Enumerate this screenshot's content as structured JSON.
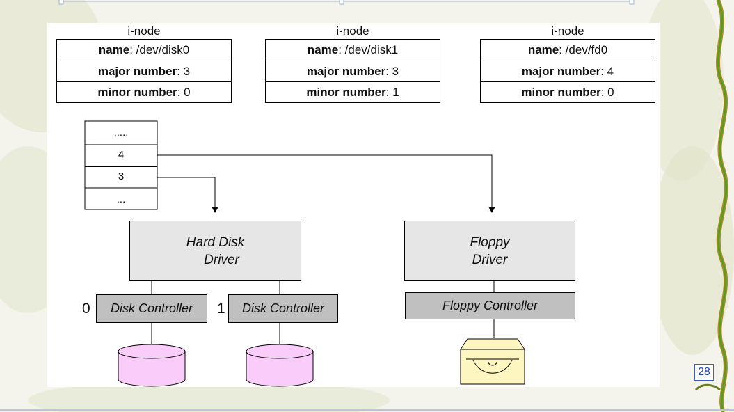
{
  "inodes": [
    {
      "title": "i-node",
      "name_label": "name",
      "name_value": ": /dev/disk0",
      "major_label": "major number",
      "major_value": ": 3",
      "minor_label": "minor number",
      "minor_value": ": 0"
    },
    {
      "title": "i-node",
      "name_label": "name",
      "name_value": ": /dev/disk1",
      "major_label": "major number",
      "major_value": ": 3",
      "minor_label": "minor number",
      "minor_value": ": 1"
    },
    {
      "title": "i-node",
      "name_label": "name",
      "name_value": ": /dev/fd0",
      "major_label": "major number",
      "major_value": ": 4",
      "minor_label": "minor number",
      "minor_value": ": 0"
    }
  ],
  "major_table": {
    "cells": [
      ".....",
      "4",
      "3",
      "..."
    ]
  },
  "drivers": {
    "hard_disk": {
      "line1": "Hard Disk",
      "line2": "Driver"
    },
    "floppy": {
      "line1": "Floppy",
      "line2": "Driver"
    }
  },
  "controllers": {
    "disk0": {
      "number": "0",
      "label": "Disk Controller"
    },
    "disk1": {
      "number": "1",
      "label": "Disk Controller"
    },
    "floppy": {
      "label": "Floppy Controller"
    }
  },
  "colors": {
    "disk_fill": "#f9ccf9",
    "drive_fill": "#fdf6c0",
    "driver_fill": "#e6e6e6",
    "controller_fill": "#c0c0c0"
  },
  "page_number": "28"
}
